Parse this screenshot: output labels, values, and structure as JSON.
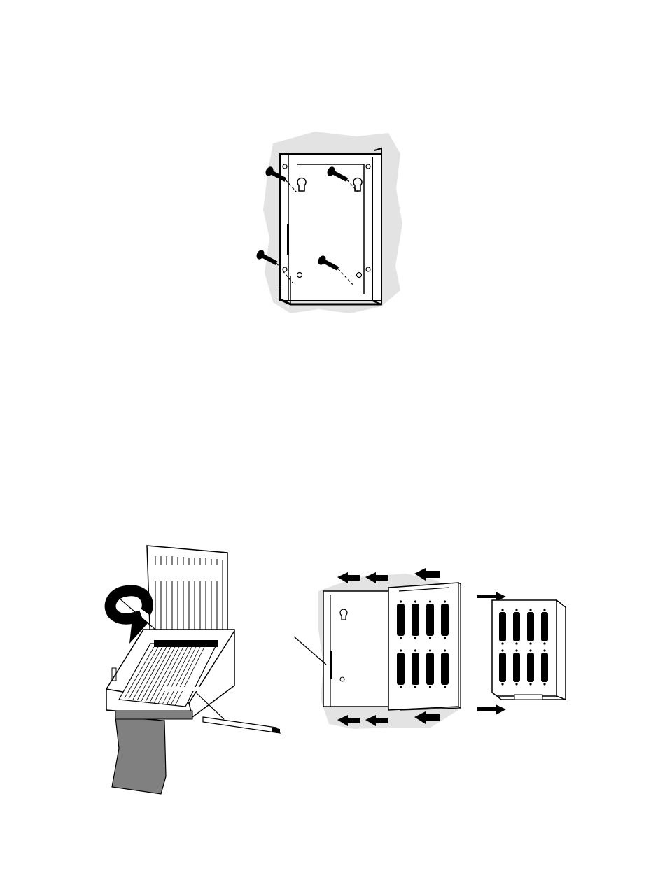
{
  "page": {
    "background": "#ffffff"
  },
  "colors": {
    "wall_shading": "#e3e3e3",
    "line": "#000000",
    "cable": "#808080",
    "arrow": "#000000"
  },
  "figures": [
    {
      "name": "wall-mount-bracket-figure",
      "icon": "screw-icon",
      "screw_count": 4
    },
    {
      "name": "ribbon-cable-connection-figure",
      "icon": "curved-arrow-icon"
    },
    {
      "name": "slide-in-module-figure",
      "icon": "direction-arrow-icon",
      "connector_count_per_panel": 8
    }
  ]
}
